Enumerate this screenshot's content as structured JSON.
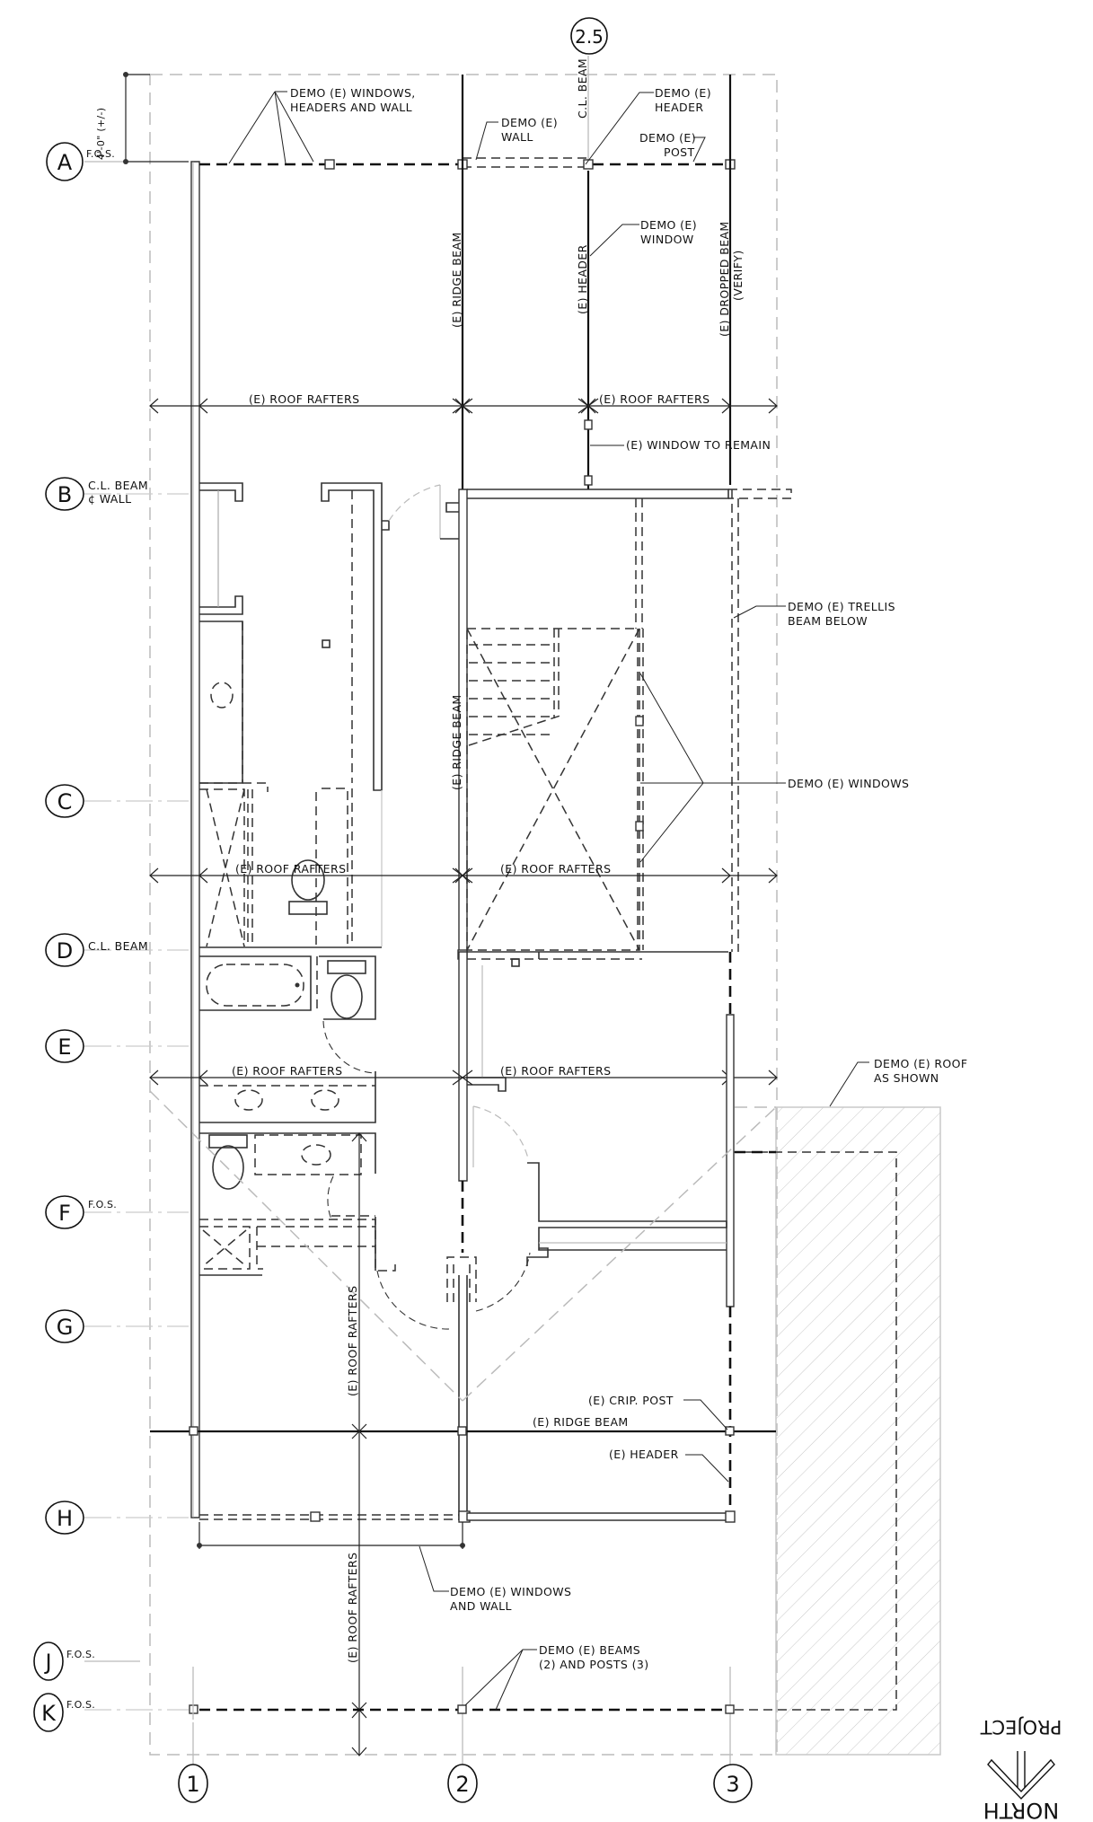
{
  "drawing": {
    "type": "roof framing / demolition plan",
    "grid_columns": [
      {
        "id": "1",
        "label": "1"
      },
      {
        "id": "2",
        "label": "2"
      },
      {
        "id": "2.5",
        "label": "2.5",
        "note": "C.L. BEAM"
      },
      {
        "id": "3",
        "label": "3"
      }
    ],
    "grid_rows": [
      {
        "id": "A",
        "label": "A",
        "note": "F.O.S."
      },
      {
        "id": "B",
        "label": "B",
        "note": "C.L. BEAM",
        "note2": "¢ WALL"
      },
      {
        "id": "C",
        "label": "C",
        "note": ""
      },
      {
        "id": "D",
        "label": "D",
        "note": "C.L. BEAM"
      },
      {
        "id": "E",
        "label": "E",
        "note": ""
      },
      {
        "id": "F",
        "label": "F",
        "note": "F.O.S."
      },
      {
        "id": "G",
        "label": "G",
        "note": ""
      },
      {
        "id": "H",
        "label": "H",
        "note": ""
      },
      {
        "id": "J",
        "label": "J",
        "note": "F.O.S."
      },
      {
        "id": "K",
        "label": "K",
        "note": "F.O.S."
      }
    ],
    "dimension": "4'-0\" (+/-)",
    "notes": {
      "demo_windows_headers_wall": [
        "DEMO (E) WINDOWS,",
        "HEADERS AND WALL"
      ],
      "demo_wall": [
        "DEMO (E)",
        "WALL"
      ],
      "demo_header": [
        "DEMO (E)",
        "HEADER"
      ],
      "demo_post": [
        "DEMO (E)",
        "POST"
      ],
      "demo_window": [
        "DEMO (E)",
        "WINDOW"
      ],
      "window_to_remain": "(E) WINDOW TO REMAIN",
      "demo_trellis": [
        "DEMO (E) TRELLIS",
        "BEAM BELOW"
      ],
      "demo_windows": "DEMO (E) WINDOWS",
      "demo_roof": [
        "DEMO (E) ROOF",
        "AS SHOWN"
      ],
      "crip_post": "(E) CRIP. POST",
      "ridge_beam_h": "(E) RIDGE BEAM",
      "header_h": "(E) HEADER",
      "demo_windows_wall": [
        "DEMO (E) WINDOWS",
        "AND WALL"
      ],
      "demo_beams_posts": [
        "DEMO (E) BEAMS",
        "(2) AND POSTS (3)"
      ]
    },
    "vertical_labels": {
      "ridge_beam_top": "(E) RIDGE BEAM",
      "header_top": "(E) HEADER",
      "dropped_beam": "(E) DROPPED BEAM",
      "verify": "(VERIFY)",
      "ridge_beam_mid": "(E) RIDGE BEAM",
      "roof_rafters_1": "(E) ROOF RAFTERS",
      "roof_rafters_2": "(E) ROOF RAFTERS"
    },
    "rafter_labels": {
      "top_left": "(E) ROOF RAFTERS",
      "top_right": "(E) ROOF RAFTERS",
      "mid_left": "(E) ROOF RAFTERS",
      "mid_right": "(E) ROOF RAFTERS",
      "low_left": "(E) ROOF RAFTERS",
      "low_right": "(E) ROOF RAFTERS"
    },
    "north_arrow": {
      "top": "NORTH",
      "bottom": "PROJECT"
    }
  }
}
